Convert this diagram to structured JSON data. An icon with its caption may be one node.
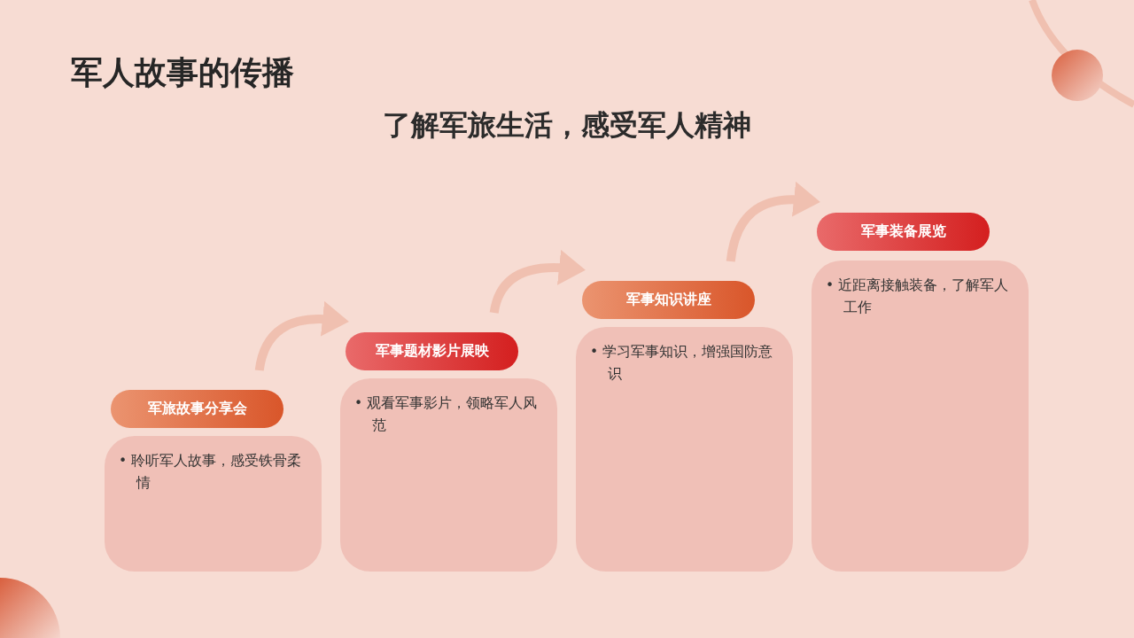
{
  "diagram": {
    "title": "军人故事的传播",
    "nodes": [
      {
        "text": [
          "军旅故事分享会"
        ]
      },
      {
        "text": [
          "• 聆听军人故事，感受铁骨柔情"
        ]
      },
      {
        "text": [
          "军事题材影片展映"
        ]
      },
      {
        "text": [
          "• 观看军事影片，领略军人风范"
        ]
      },
      {
        "text": [
          "军事知识讲座"
        ]
      },
      {
        "text": [
          "• 学习军事知识，增强国防意识"
        ]
      },
      {
        "text": [
          "军事装备展览"
        ]
      },
      {
        "text": [
          "• 近距离接触装备，了解军人工作"
        ]
      }
    ],
    "edges": [
      {
        "from": 0,
        "to": 2,
        "arrow": "to"
      },
      {
        "from": 2,
        "to": 4,
        "arrow": "to"
      },
      {
        "from": 4,
        "to": 6,
        "arrow": "to"
      }
    ],
    "labels": [
      "了解军旅生活，感受军人精神"
    ]
  }
}
